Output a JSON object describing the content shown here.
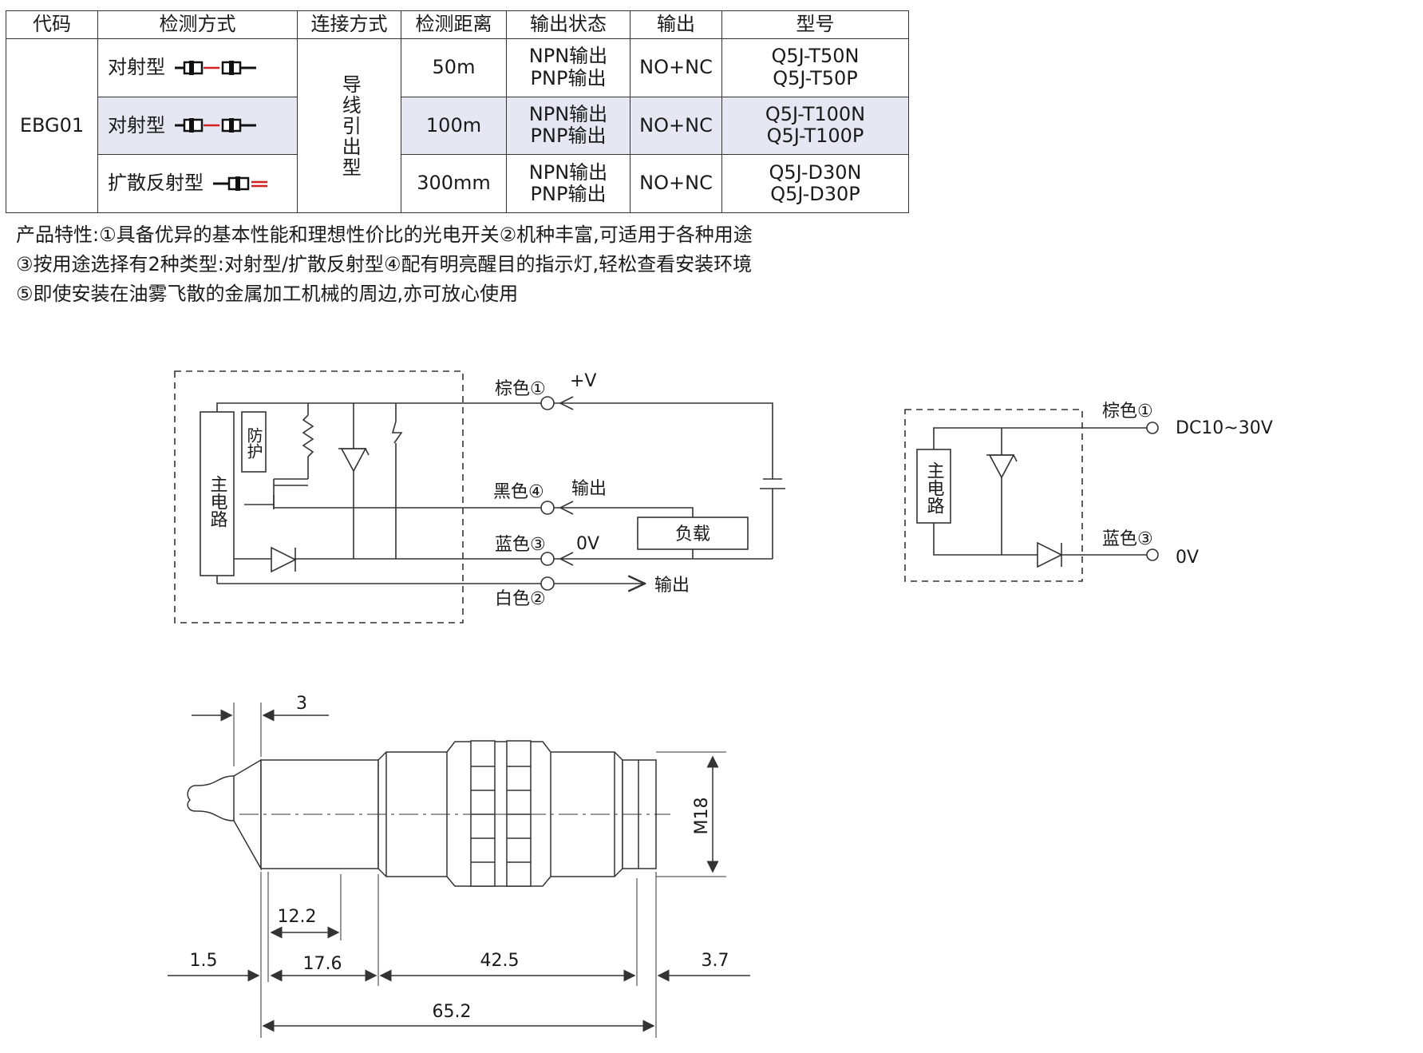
{
  "table": {
    "headers": [
      "代码",
      "检测方式",
      "连接方式",
      "检测距离",
      "输出状态",
      "输出",
      "型号"
    ],
    "code": "EBG01",
    "connection": "导线引出型",
    "rows": [
      {
        "method": "对射型",
        "icon": "through-beam-sensor-icon",
        "distance": "50m",
        "state": [
          "NPN输出",
          "PNP输出"
        ],
        "output": "NO+NC",
        "model": [
          "Q5J-T50N",
          "Q5J-T50P"
        ]
      },
      {
        "method": "对射型",
        "icon": "through-beam-sensor-icon",
        "distance": "100m",
        "state": [
          "NPN输出",
          "PNP输出"
        ],
        "output": "NO+NC",
        "model": [
          "Q5J-T100N",
          "Q5J-T100P"
        ]
      },
      {
        "method": "扩散反射型",
        "icon": "diffuse-sensor-icon",
        "distance": "300mm",
        "state": [
          "NPN输出",
          "PNP输出"
        ],
        "output": "NO+NC",
        "model": [
          "Q5J-D30N",
          "Q5J-D30P"
        ]
      }
    ]
  },
  "features": [
    "产品特性:①具备优异的基本性能和理想性价比的光电开关②机种丰富,可适用于各种用途",
    "③按用途选择有2种类型:对射型/扩散反射型④配有明亮醒目的指示灯,轻松查看安装环境",
    "⑤即使安装在油雾飞散的金属加工机械的周边,亦可放心使用"
  ],
  "circuit1": {
    "main_circuit": "主电路",
    "protection": "防护",
    "brown": "棕色①",
    "brown_value": "+V",
    "black": "黑色④",
    "black_value": "输出",
    "blue": "蓝色③",
    "blue_value": "0V",
    "white": "白色②",
    "white_value": "输出",
    "load": "负载"
  },
  "circuit2": {
    "main_circuit": "主电路",
    "brown": "棕色①",
    "brown_value": "DC10~30V",
    "blue": "蓝色③",
    "blue_value": "0V"
  },
  "dimensions": {
    "top": "3",
    "thread": "M18",
    "d1": "12.2",
    "d2": "1.5",
    "d3": "17.6",
    "d4": "42.5",
    "d5": "3.7",
    "total": "65.2"
  },
  "colors": {
    "shade": "#e6e7f2",
    "red_beam": "#d02020",
    "line": "#333333"
  }
}
